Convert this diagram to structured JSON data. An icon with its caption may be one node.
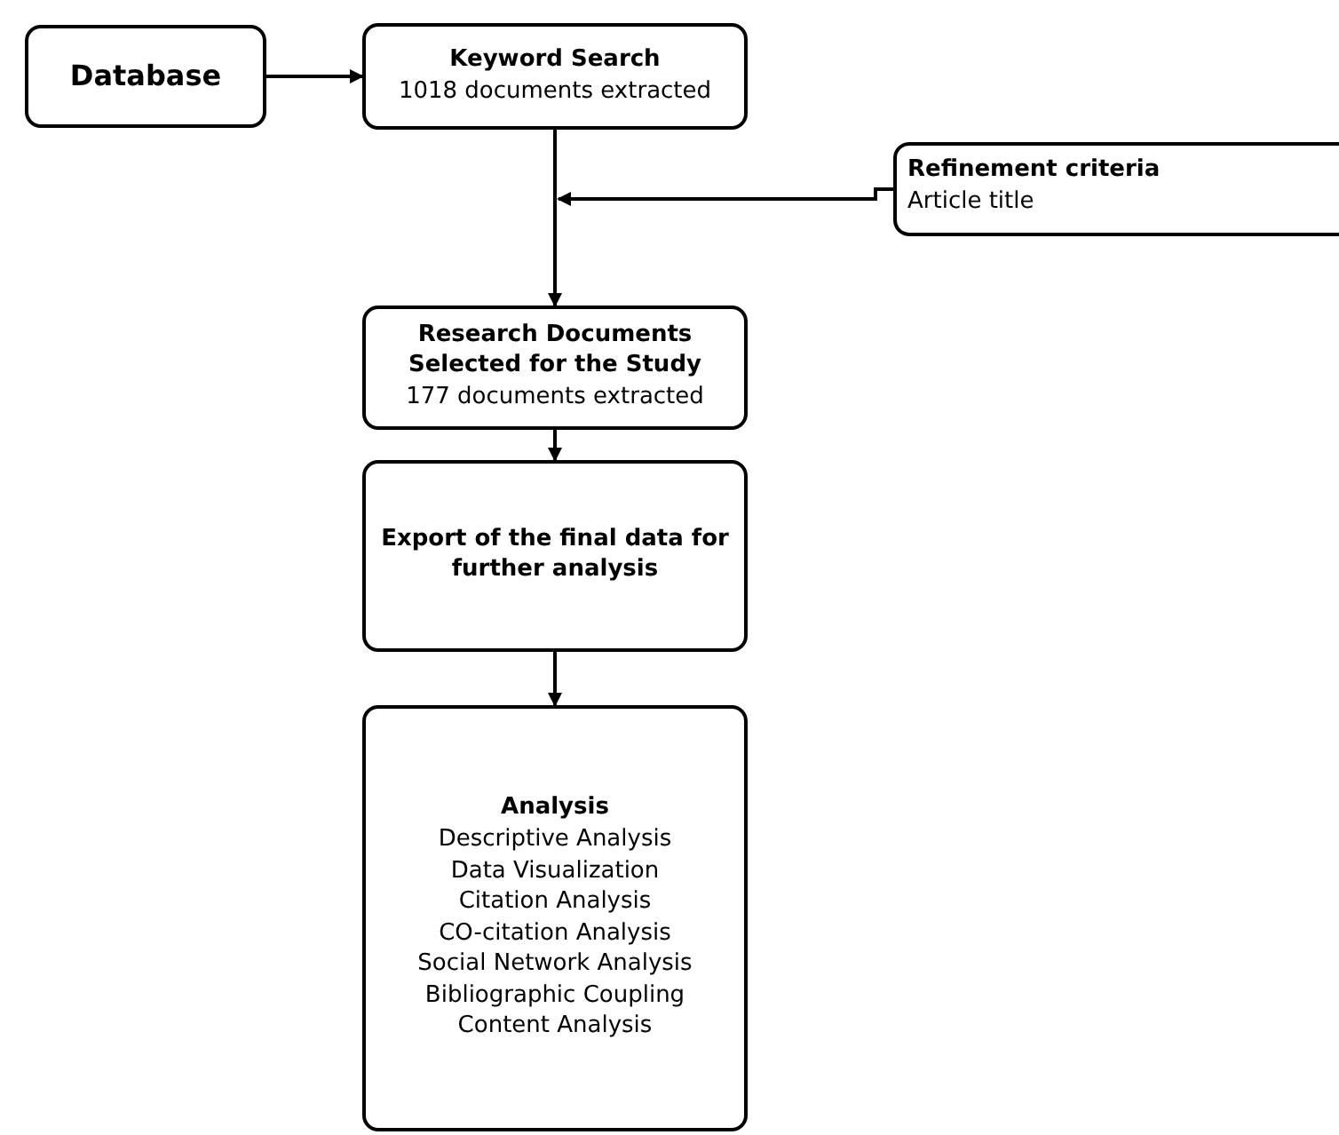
{
  "diagram": {
    "nodes": [
      {
        "text": [
          "Database"
        ]
      },
      {
        "text": [
          "Keyword Search",
          "1018 documents extracted"
        ]
      },
      {
        "text": [
          "Refinement criteria",
          "Article title"
        ]
      },
      {
        "text": [
          "Research Documents Selected for the Study",
          "177 documents extracted"
        ]
      },
      {
        "text": [
          "Export of the final data for further analysis"
        ]
      },
      {
        "text": [
          "Analysis",
          "Descriptive Analysis",
          "Data Visualization",
          "Citation Analysis",
          "CO-citation Analysis",
          "Social Network Analysis",
          "Bibliographic Coupling",
          "Content Analysis"
        ]
      }
    ],
    "edges": [
      {
        "from": 0,
        "to": 1,
        "arrow": "to"
      },
      {
        "from": 1,
        "to": 3,
        "arrow": "to"
      },
      {
        "from": 2,
        "to": null,
        "arrow": "to"
      },
      {
        "from": 3,
        "to": 4,
        "arrow": "to"
      },
      {
        "from": 4,
        "to": 5,
        "arrow": "to"
      }
    ]
  }
}
